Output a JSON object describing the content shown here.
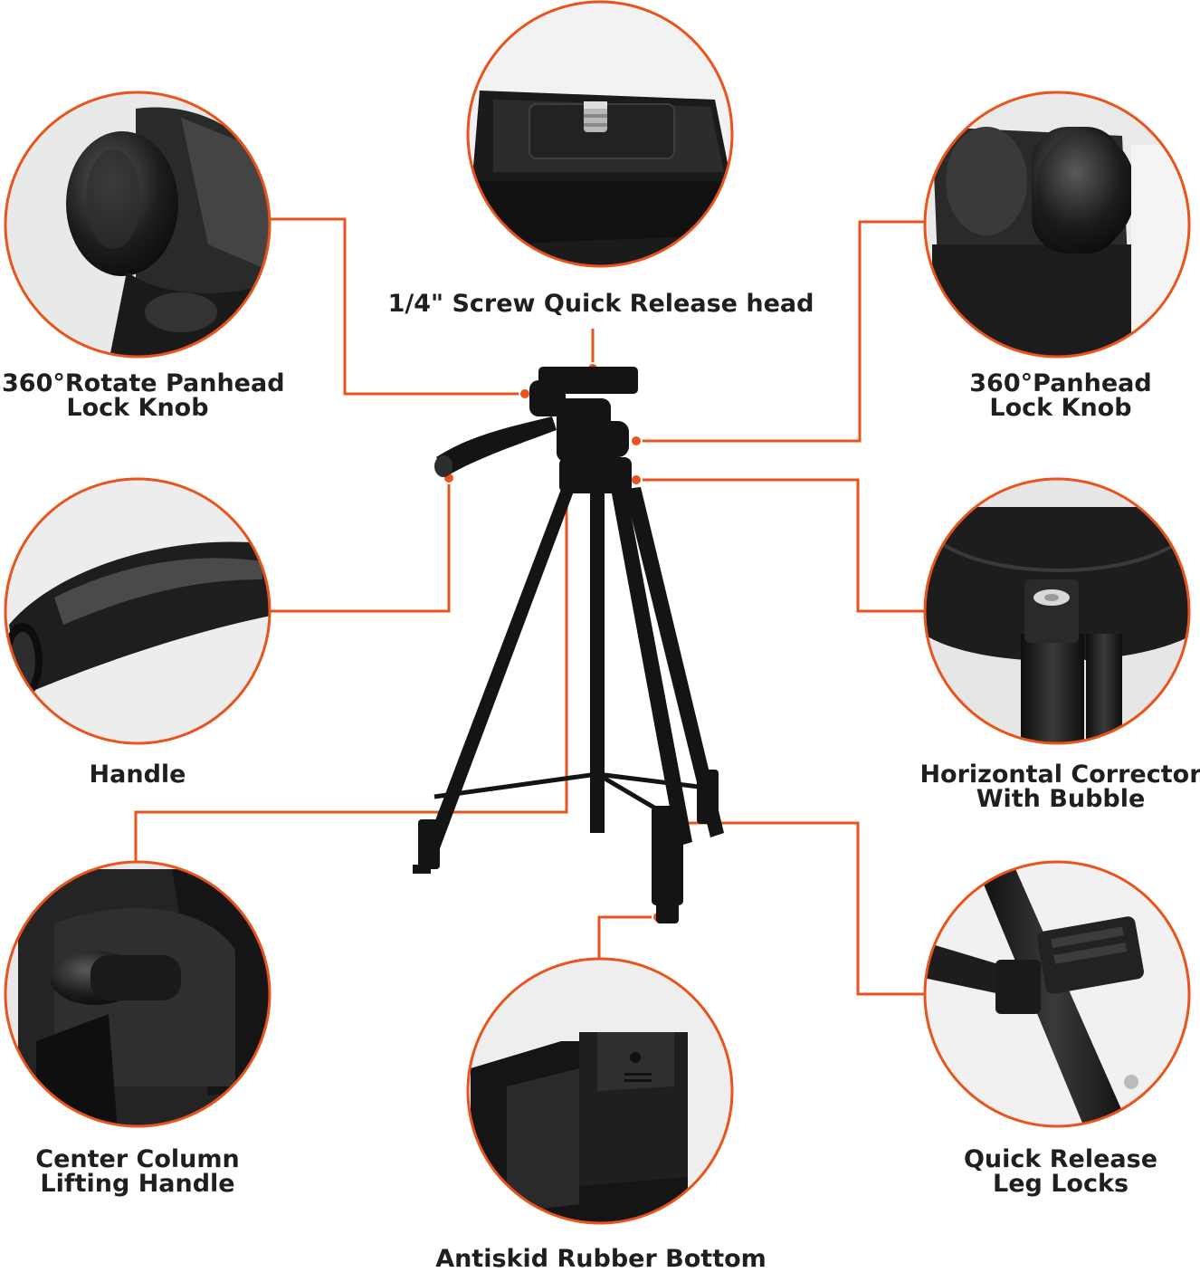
{
  "colors": {
    "accent": "#e8541c",
    "product": "#151515",
    "background": "#ffffff"
  },
  "callouts": [
    {
      "id": "quick-release-head",
      "lines": [
        "1/4\" Screw Quick Release head"
      ]
    },
    {
      "id": "rotate-panhead-knob",
      "lines": [
        "360°Rotate Panhead",
        "Lock Knob"
      ]
    },
    {
      "id": "panhead-knob",
      "lines": [
        "360°Panhead",
        "Lock Knob"
      ]
    },
    {
      "id": "handle",
      "lines": [
        "Handle"
      ]
    },
    {
      "id": "horizontal-corrector",
      "lines": [
        "Horizontal Corrector",
        "With Bubble"
      ]
    },
    {
      "id": "center-column-handle",
      "lines": [
        "Center Column",
        "Lifting Handle"
      ]
    },
    {
      "id": "leg-locks",
      "lines": [
        "Quick Release",
        "Leg Locks"
      ]
    },
    {
      "id": "rubber-bottom",
      "lines": [
        "Antiskid Rubber Bottom"
      ]
    }
  ]
}
